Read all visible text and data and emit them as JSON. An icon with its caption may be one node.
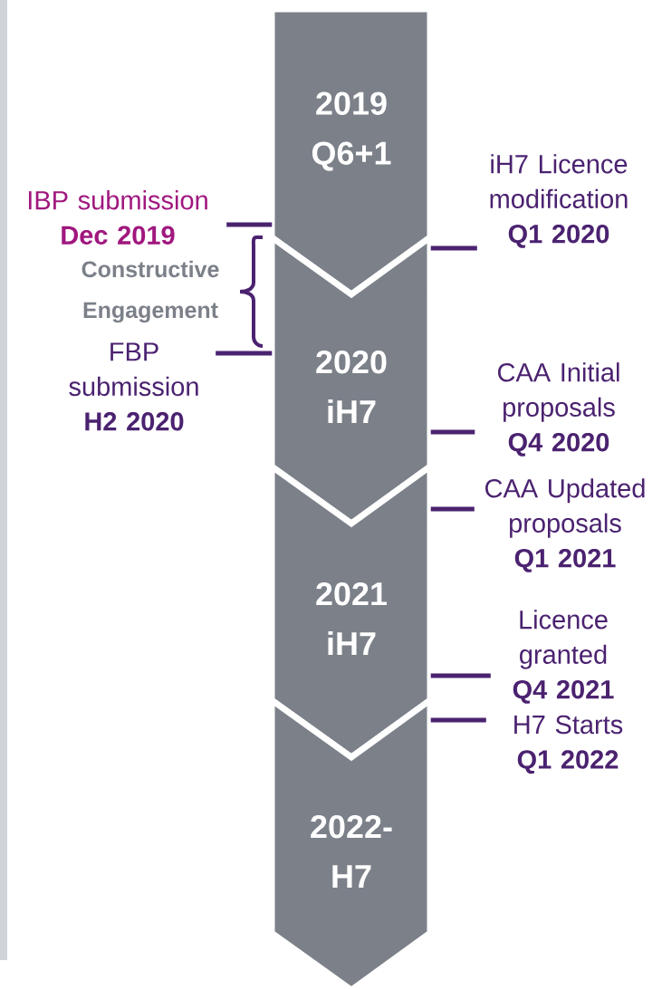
{
  "diagram": {
    "nodes": [
      {
        "text": [
          "2019",
          "Q6+1"
        ]
      },
      {
        "text": [
          "2020",
          "iH7"
        ]
      },
      {
        "text": [
          "2021",
          "iH7"
        ]
      },
      {
        "text": [
          "2022-",
          "H7"
        ]
      },
      {
        "text": [
          "IBP submission",
          "Dec 2019"
        ]
      },
      {
        "text": [
          "FBP submission",
          "H2 2020"
        ]
      },
      {
        "text": [
          "iH7 Licence modification",
          "Q1 2020"
        ]
      },
      {
        "text": [
          "CAA Initial proposals",
          "Q4 2020"
        ]
      },
      {
        "text": [
          "CAA Updated proposals",
          "Q1 2021"
        ]
      },
      {
        "text": [
          "Licence granted",
          "Q4 2021"
        ]
      },
      {
        "text": [
          "H7 Starts",
          "Q1 2022"
        ]
      }
    ],
    "edges": [
      {
        "from": 4,
        "to": 0,
        "arrow": "none"
      },
      {
        "from": 5,
        "to": 1,
        "arrow": "none"
      },
      {
        "from": 6,
        "to": 1,
        "arrow": "none"
      },
      {
        "from": 7,
        "to": 1,
        "arrow": "none"
      },
      {
        "from": 8,
        "to": 2,
        "arrow": "none"
      },
      {
        "from": 9,
        "to": 2,
        "arrow": "none"
      },
      {
        "from": 10,
        "to": 3,
        "arrow": "none"
      }
    ],
    "labels": [
      "Constructive Engagement"
    ]
  }
}
